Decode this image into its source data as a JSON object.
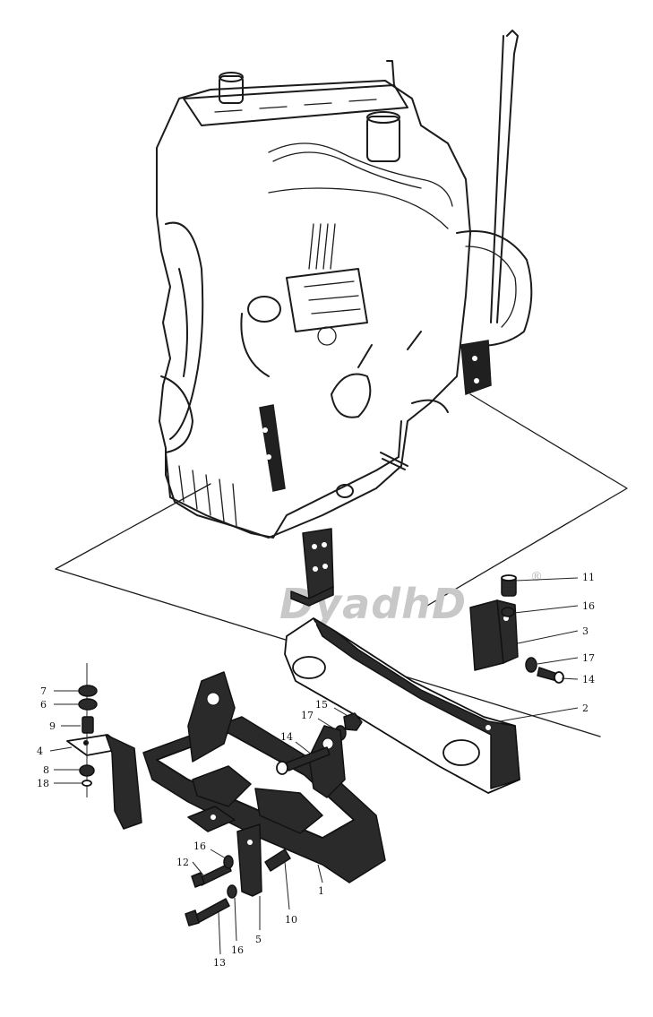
{
  "watermark": {
    "text": "DyadhD",
    "mark": "®"
  },
  "callouts": [
    {
      "id": "c11",
      "label": "11"
    },
    {
      "id": "c16a",
      "label": "16"
    },
    {
      "id": "c3",
      "label": "3"
    },
    {
      "id": "c17a",
      "label": "17"
    },
    {
      "id": "c14a",
      "label": "14"
    },
    {
      "id": "c2",
      "label": "2"
    },
    {
      "id": "c15",
      "label": "15"
    },
    {
      "id": "c17b",
      "label": "17"
    },
    {
      "id": "c14b",
      "label": "14"
    },
    {
      "id": "c7",
      "label": "7"
    },
    {
      "id": "c6",
      "label": "6"
    },
    {
      "id": "c9",
      "label": "9"
    },
    {
      "id": "c4",
      "label": "4"
    },
    {
      "id": "c8",
      "label": "8"
    },
    {
      "id": "c18",
      "label": "18"
    },
    {
      "id": "c16b",
      "label": "16"
    },
    {
      "id": "c12",
      "label": "12"
    },
    {
      "id": "c1",
      "label": "1"
    },
    {
      "id": "c10",
      "label": "10"
    },
    {
      "id": "c5",
      "label": "5"
    },
    {
      "id": "c16c",
      "label": "16"
    },
    {
      "id": "c13",
      "label": "13"
    }
  ]
}
